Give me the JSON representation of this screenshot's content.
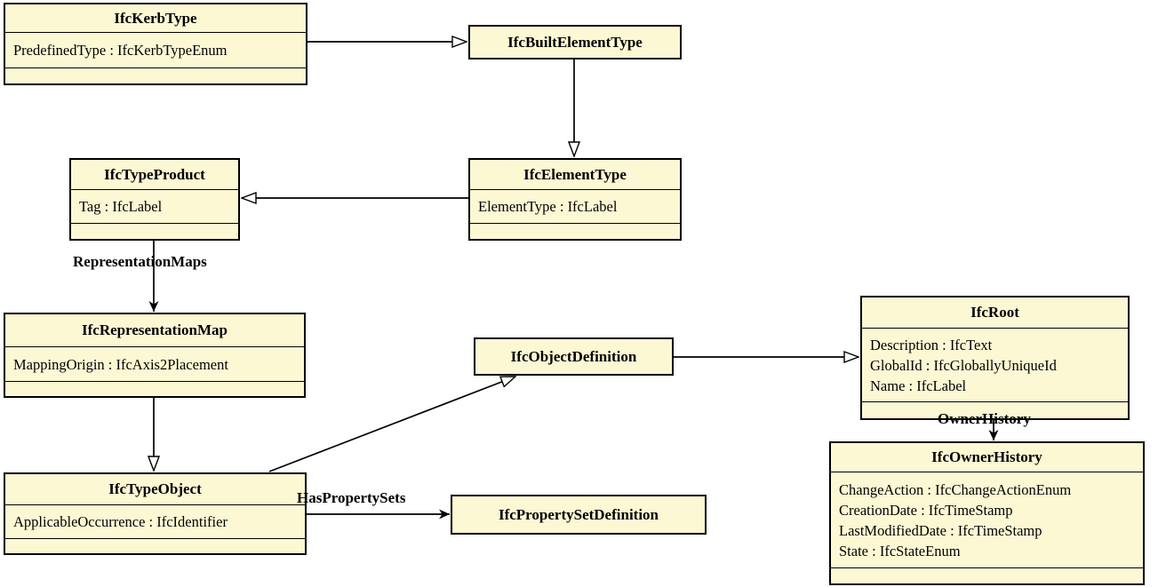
{
  "diagram": {
    "kind": "uml-class-diagram",
    "subject": "IFC entity inheritance and associations",
    "colors": {
      "class_fill": "#FCF8D4",
      "class_border": "#000000",
      "line": "#000000",
      "text": "#000000",
      "background": "#FFFFFF"
    },
    "classes": [
      {
        "name": "IfcKerbType",
        "attributes": [
          "PredefinedType : IfcKerbTypeEnum"
        ]
      },
      {
        "name": "IfcBuiltElementType",
        "attributes": []
      },
      {
        "name": "IfcTypeProduct",
        "attributes": [
          "Tag : IfcLabel"
        ]
      },
      {
        "name": "IfcElementType",
        "attributes": [
          "ElementType : IfcLabel"
        ]
      },
      {
        "name": "IfcRepresentationMap",
        "attributes": [
          "MappingOrigin : IfcAxis2Placement"
        ]
      },
      {
        "name": "IfcObjectDefinition",
        "attributes": []
      },
      {
        "name": "IfcRoot",
        "attributes": [
          "Description : IfcText",
          "GlobalId : IfcGloballyUniqueId",
          "Name : IfcLabel"
        ]
      },
      {
        "name": "IfcTypeObject",
        "attributes": [
          "ApplicableOccurrence : IfcIdentifier"
        ]
      },
      {
        "name": "IfcPropertySetDefinition",
        "attributes": []
      },
      {
        "name": "IfcOwnerHistory",
        "attributes": [
          "ChangeAction : IfcChangeActionEnum",
          "CreationDate : IfcTimeStamp",
          "LastModifiedDate : IfcTimeStamp",
          "State : IfcStateEnum"
        ]
      }
    ],
    "edges": [
      {
        "from": "IfcKerbType",
        "to": "IfcBuiltElementType",
        "type": "generalization",
        "label": ""
      },
      {
        "from": "IfcBuiltElementType",
        "to": "IfcElementType",
        "type": "generalization",
        "label": ""
      },
      {
        "from": "IfcElementType",
        "to": "IfcTypeProduct",
        "type": "generalization",
        "label": ""
      },
      {
        "from": "IfcTypeProduct",
        "to": "IfcRepresentationMap",
        "type": "association",
        "label": "RepresentationMaps"
      },
      {
        "from": "IfcRepresentationMap",
        "to": "IfcTypeObject",
        "type": "generalization",
        "label": ""
      },
      {
        "from": "IfcTypeObject",
        "to": "IfcObjectDefinition",
        "type": "generalization",
        "label": ""
      },
      {
        "from": "IfcObjectDefinition",
        "to": "IfcRoot",
        "type": "generalization",
        "label": ""
      },
      {
        "from": "IfcTypeObject",
        "to": "IfcPropertySetDefinition",
        "type": "association",
        "label": "HasPropertySets"
      },
      {
        "from": "IfcRoot",
        "to": "IfcOwnerHistory",
        "type": "association",
        "label": "OwnerHistory"
      }
    ]
  }
}
